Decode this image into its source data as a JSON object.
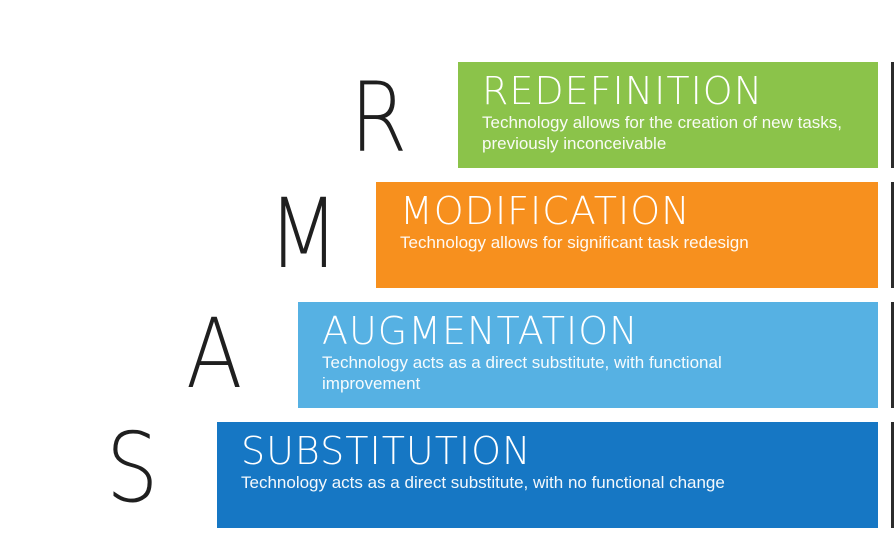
{
  "levels": [
    {
      "letter": "R",
      "title": "REDEFINITION",
      "description": "Technology allows for the creation of new tasks, previously inconceivable",
      "color": "#8bc34a"
    },
    {
      "letter": "M",
      "title": "MODIFICATION",
      "description": "Technology allows for significant task redesign",
      "color": "#f7901e"
    },
    {
      "letter": "A",
      "title": "AUGMENTATION",
      "description": "Technology acts as a direct substitute, with functional improvement",
      "color": "#56b1e3"
    },
    {
      "letter": "S",
      "title": "SUBSTITUTION",
      "description": "Technology acts as a direct substitute, with no functional change",
      "color": "#1677c4"
    }
  ]
}
